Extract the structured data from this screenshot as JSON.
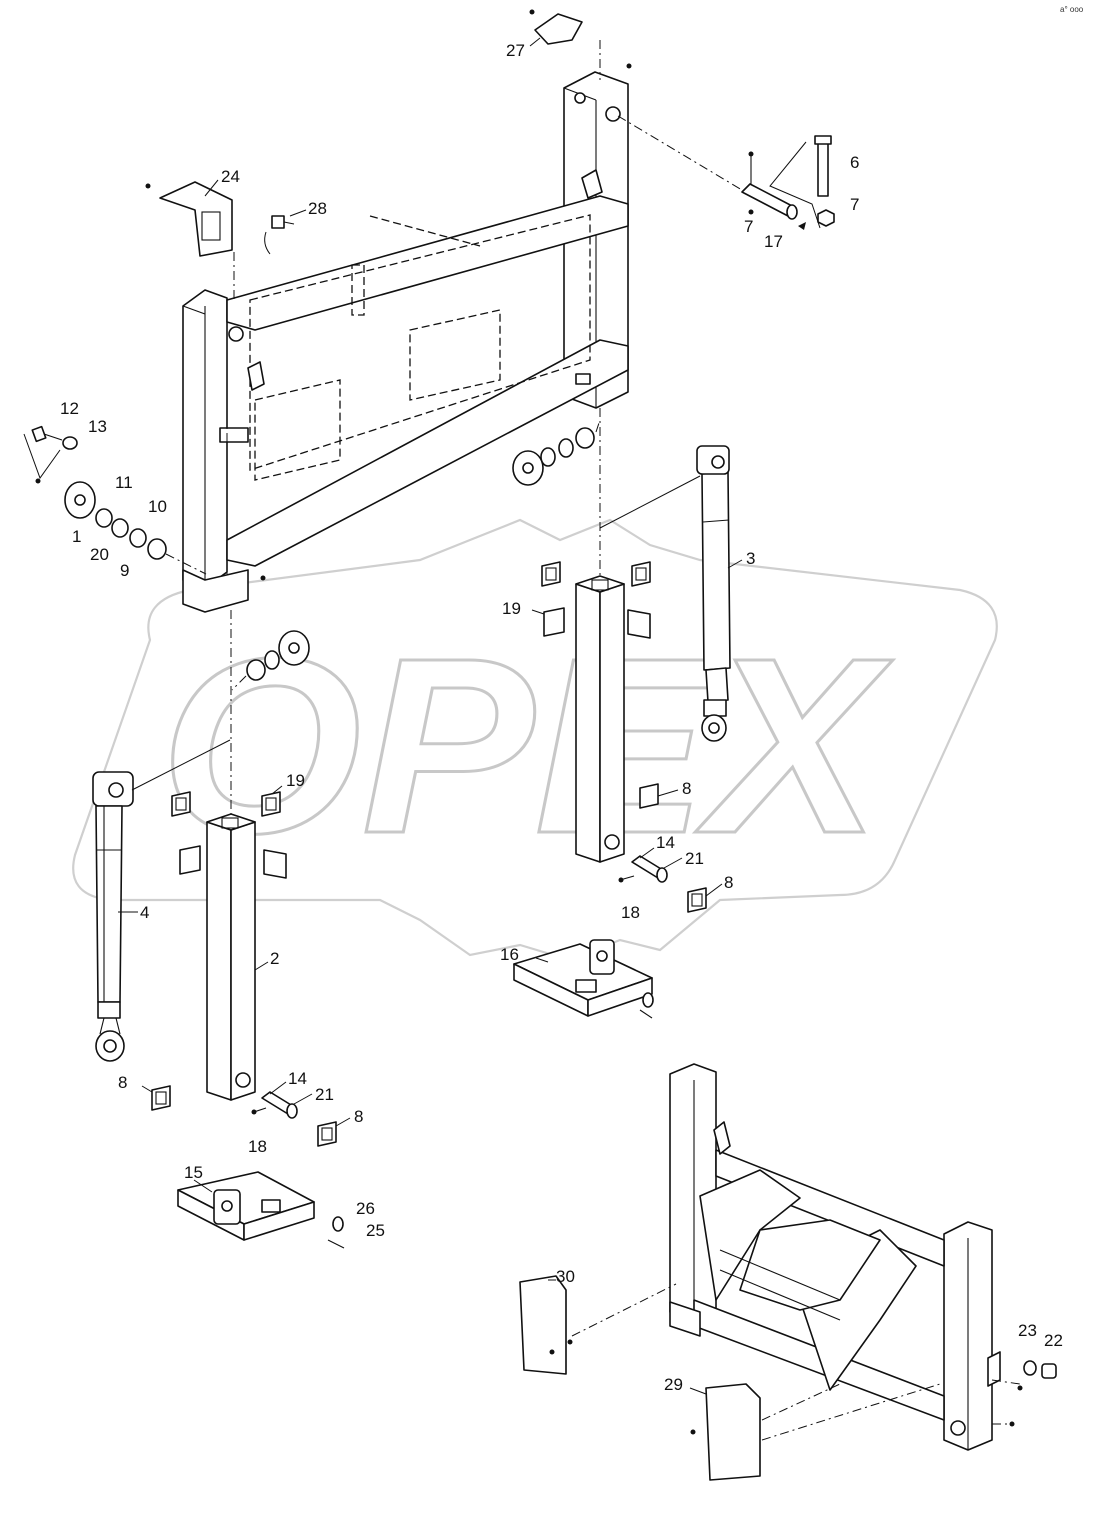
{
  "watermark": {
    "text": "OPEX",
    "color": "#cccccc"
  },
  "corner_mark": "a° ooo",
  "callouts": [
    {
      "id": "27",
      "label": "27"
    },
    {
      "id": "24",
      "label": "24"
    },
    {
      "id": "28",
      "label": "28"
    },
    {
      "id": "6",
      "label": "6"
    },
    {
      "id": "7a",
      "label": "7"
    },
    {
      "id": "7b",
      "label": "7"
    },
    {
      "id": "17",
      "label": "17"
    },
    {
      "id": "12",
      "label": "12"
    },
    {
      "id": "13",
      "label": "13"
    },
    {
      "id": "11",
      "label": "11"
    },
    {
      "id": "10",
      "label": "10"
    },
    {
      "id": "1",
      "label": "1"
    },
    {
      "id": "20",
      "label": "20"
    },
    {
      "id": "9",
      "label": "9"
    },
    {
      "id": "3",
      "label": "3"
    },
    {
      "id": "19a",
      "label": "19"
    },
    {
      "id": "19b",
      "label": "19"
    },
    {
      "id": "8a",
      "label": "8"
    },
    {
      "id": "14a",
      "label": "14"
    },
    {
      "id": "21a",
      "label": "21"
    },
    {
      "id": "18a",
      "label": "18"
    },
    {
      "id": "8b",
      "label": "8"
    },
    {
      "id": "16",
      "label": "16"
    },
    {
      "id": "4",
      "label": "4"
    },
    {
      "id": "2",
      "label": "2"
    },
    {
      "id": "8c",
      "label": "8"
    },
    {
      "id": "14b",
      "label": "14"
    },
    {
      "id": "21b",
      "label": "21"
    },
    {
      "id": "18b",
      "label": "18"
    },
    {
      "id": "8d",
      "label": "8"
    },
    {
      "id": "15",
      "label": "15"
    },
    {
      "id": "26",
      "label": "26"
    },
    {
      "id": "25",
      "label": "25"
    },
    {
      "id": "30",
      "label": "30"
    },
    {
      "id": "29",
      "label": "29"
    },
    {
      "id": "23",
      "label": "23"
    },
    {
      "id": "22",
      "label": "22"
    }
  ]
}
